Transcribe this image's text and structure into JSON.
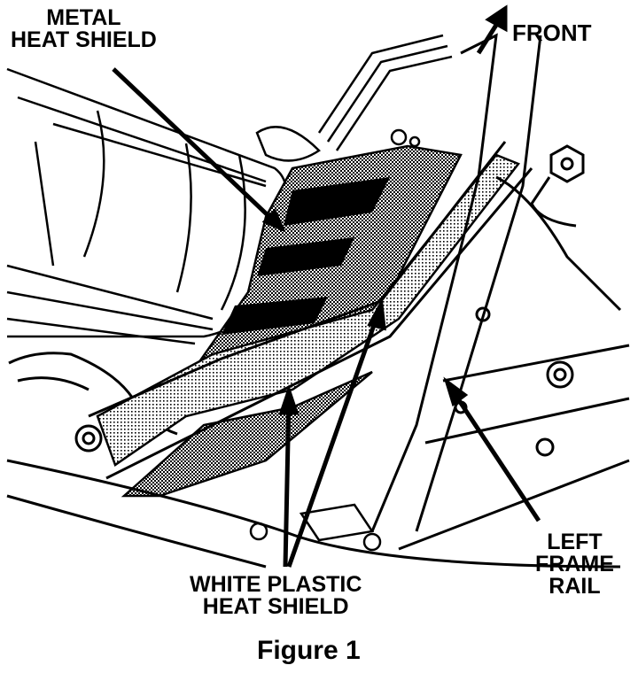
{
  "labels": {
    "metal_heat_shield": [
      "METAL",
      "HEAT SHIELD"
    ],
    "front": "FRONT",
    "left_frame_rail": [
      "LEFT",
      "FRAME",
      "RAIL"
    ],
    "white_plastic_heat_shield": [
      "WHITE PLASTIC",
      "HEAT SHIELD"
    ]
  },
  "caption": "Figure 1",
  "colors": {
    "ink": "#000000",
    "paper": "#ffffff",
    "shade_dark": "#1a1a1a",
    "shade_mid": "#6e6e6e",
    "shade_light": "#b8b8b8"
  }
}
